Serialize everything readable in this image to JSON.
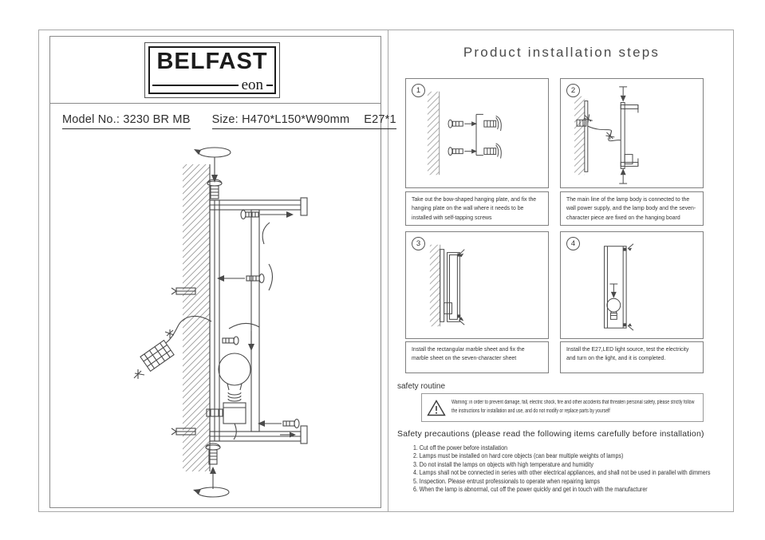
{
  "brand": {
    "name": "BELFAST",
    "sub": "eon"
  },
  "model": {
    "model_label": "Model No.:",
    "model_value": "3230 BR MB",
    "size_label": "Size:",
    "size_value": "H470*L150*W90mm",
    "lamp_spec": "E27*1"
  },
  "installation": {
    "title": "Product installation steps",
    "steps": [
      {
        "number": "1",
        "caption": "Take out the bow-shaped hanging plate, and fix the hanging plate on the wall where it needs to be installed with self-tapping screws"
      },
      {
        "number": "2",
        "caption": "The main line of the lamp body is connected to the wall power supply, and the lamp body and the seven-character piece are fixed on the hanging board"
      },
      {
        "number": "3",
        "caption": "Install the rectangular marble sheet and fix the marble sheet on the seven-character sheet"
      },
      {
        "number": "4",
        "caption": "Install the E27,LED light source, test the electricity and turn on the light, and it is completed."
      }
    ]
  },
  "safety": {
    "routine_label": "safety routine",
    "warning": "Warning: in order to prevent damage, fall, electric shock, fire and other accidents that threaten personal safety, please strictly follow the instructions for installation and use, and do not modify or replace parts by yourself",
    "precautions_title": "Safety precautions (please read the following items carefully before installation)",
    "precautions": [
      "1. Cut off the power before installation",
      "2. Lamps must be installed on hard core objects (can bear multiple weights of lamps)",
      "3. Do not install the lamps on objects with high temperature and humidity",
      "4. Lamps shall not be connected in series with other electrical appliances, and shall not be used in parallel with dimmers",
      "5. Inspection. Please entrust professionals to operate when repairing lamps",
      "6. When the lamp is abnormal, cut off the power quickly and get in touch with the manufacturer"
    ]
  },
  "colors": {
    "line": "#4a4a4a",
    "hatch": "#9a9a9a",
    "border": "#8a8a8a",
    "text": "#333333"
  }
}
